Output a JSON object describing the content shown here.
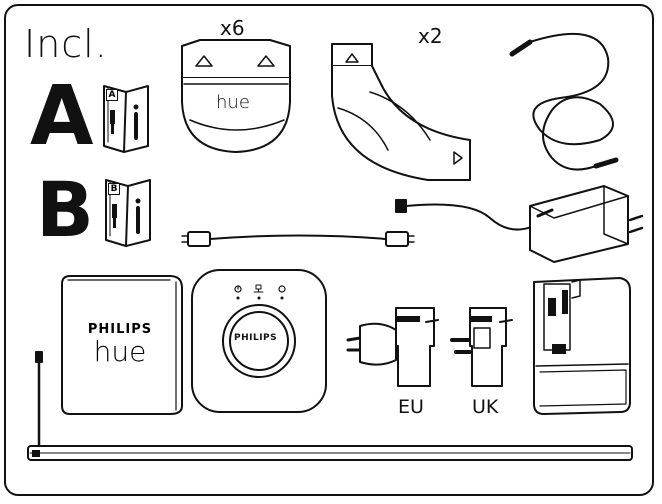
{
  "header": {
    "included_label": "Incl."
  },
  "items": {
    "kit_a": {
      "letter": "A",
      "booklet_tag": "A"
    },
    "kit_b": {
      "letter": "B",
      "booklet_tag": "B"
    },
    "clip": {
      "quantity": "x6",
      "brand": "hue"
    },
    "corner": {
      "quantity": "x2"
    },
    "controller": {
      "brand_top": "PHILIPS",
      "brand_bottom": "hue"
    },
    "bridge": {
      "brand": "PHILIPS"
    },
    "adapters": {
      "eu_label": "EU",
      "uk_label": "UK"
    }
  },
  "icons": [
    "power-icon",
    "network-icon",
    "link-icon",
    "screwdriver-icon",
    "info-icon",
    "warning-icon"
  ]
}
